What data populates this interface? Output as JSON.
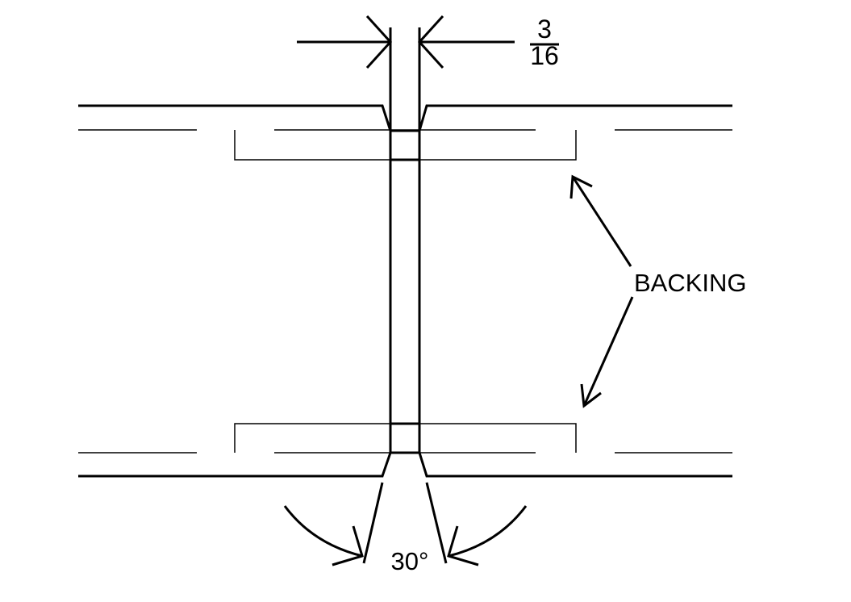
{
  "labels": {
    "thickness_numerator": "3",
    "thickness_denominator": "16",
    "callout": "BACKING",
    "angle": "30°"
  },
  "colors": {
    "line": "#000000",
    "background": "#ffffff"
  }
}
